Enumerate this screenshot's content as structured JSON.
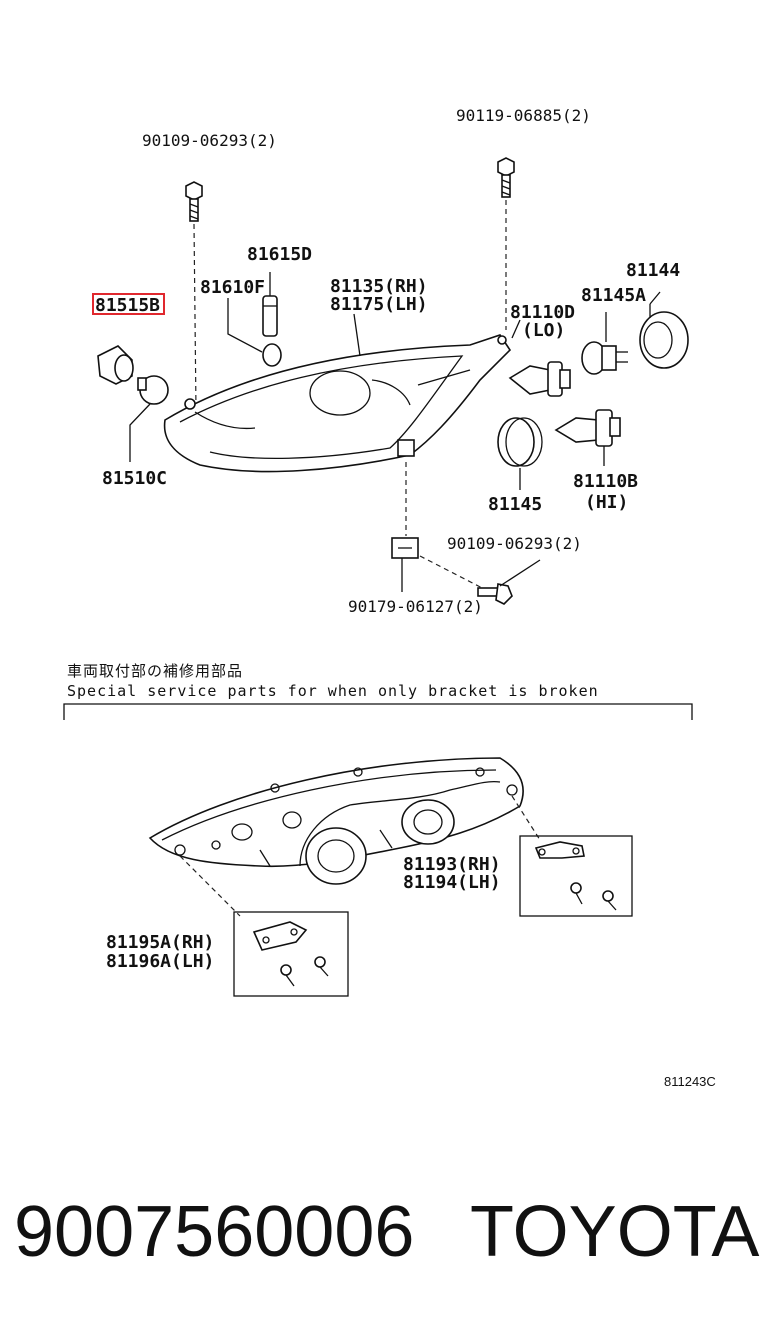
{
  "labels": {
    "bolt_top_left": "90109-06293(2)",
    "bolt_top_right": "90119-06885(2)",
    "socket_81615d": "81615D",
    "bulb_81610f": "81610F",
    "socket_81515b": "81515B",
    "bulb_81510c": "81510C",
    "housing_rh": "81135(RH)",
    "housing_lh": "81175(LH)",
    "bulb_lo_num": "81110D",
    "bulb_lo_tag": "(LO)",
    "cover_81144": "81144",
    "seal_81145a": "81145A",
    "seal_81145": "81145",
    "bulb_hi_num": "81110B",
    "bulb_hi_tag": "(HI)",
    "bolt_bottom": "90109-06293(2)",
    "nut_bottom": "90179-06127(2)",
    "bracket_right_rh": "81193(RH)",
    "bracket_right_lh": "81194(LH)",
    "bracket_left_rh": "81195A(RH)",
    "bracket_left_lh": "81196A(LH)"
  },
  "notes": {
    "japanese": "車両取付部の補修用部品",
    "english": "Special service parts for when only bracket is broken"
  },
  "diagram_ref": "811243C",
  "highlight": {
    "part": "81515B",
    "color": "#e0282e"
  },
  "footer": {
    "part_number": "9007560006",
    "brand": "TOYOTA"
  }
}
